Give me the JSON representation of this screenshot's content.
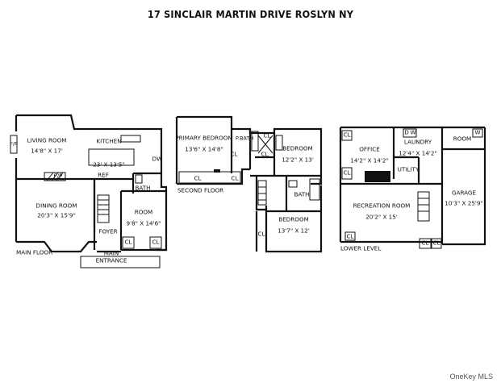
{
  "title": "17 SINCLAIR MARTIN DRIVE ROSLYN NY",
  "watermark": "OneKey MLS",
  "floors": {
    "main": {
      "label": "MAIN FLOOR",
      "entrance": "MAIN\nENTRANCE",
      "rooms": {
        "living": {
          "name": "LIVING ROOM",
          "dims": "14'8\" X 17'"
        },
        "kitchen": {
          "name": "KITCHEN",
          "dims": "23' X 13'5\""
        },
        "dining": {
          "name": "DINING ROOM",
          "dims": "20'3\" X 15'9\""
        },
        "room": {
          "name": "ROOM",
          "dims": "9'8\" X 14'6\""
        },
        "foyer": "FOYER",
        "bath": "BATH",
        "ref": "REF",
        "dw": "DW",
        "fp1": "F/P",
        "fp2": "F/P",
        "cl1": "CL",
        "cl2": "CL"
      }
    },
    "second": {
      "label": "SECOND FLOOR",
      "rooms": {
        "primary": {
          "name": "PRIMARY BEDROOM",
          "dims": "13'6\" X 14'8\""
        },
        "pbath": "P.BATH",
        "bed1": {
          "name": "BEDROOM",
          "dims": "12'2\" X 13'"
        },
        "bed2": {
          "name": "BEDROOM",
          "dims": "13'7\" X 12'"
        },
        "bath": "BATH",
        "cl_a": "CL",
        "cl_b": "CL",
        "cl_c": "CL",
        "cl_d": "CL",
        "cl_e": "CL",
        "cl_f": "CL"
      }
    },
    "lower": {
      "label": "LOWER LEVEL",
      "rooms": {
        "office": {
          "name": "OFFICE",
          "dims": "14'2\" X 14'2\""
        },
        "laundry": {
          "name": "LAUNDRY",
          "dims": "12'4\" X 14'2\""
        },
        "utility": "UTILITY",
        "room": "ROOM",
        "garage": {
          "name": "GARAGE",
          "dims": "10'3\" X 25'9\""
        },
        "rec": {
          "name": "RECREATION ROOM",
          "dims": "20'2\" X 15'"
        },
        "d": "D",
        "w1": "W",
        "w2": "W",
        "cl_a": "CL",
        "cl_b": "CL",
        "cl_c": "CL",
        "cl_d": "CL",
        "cl_e": "CL"
      }
    }
  }
}
